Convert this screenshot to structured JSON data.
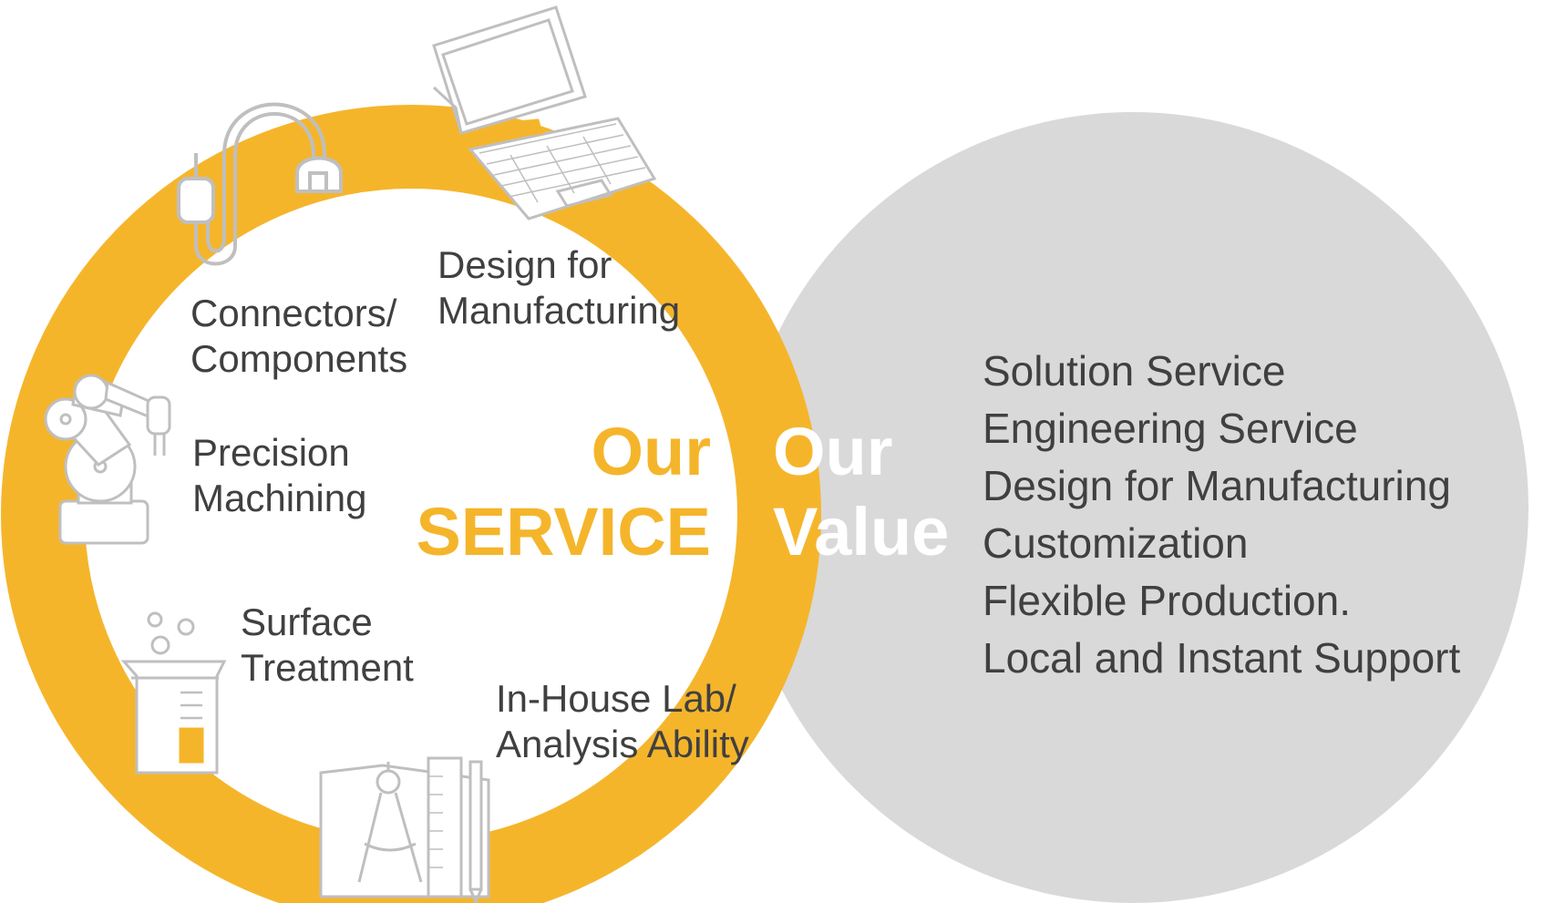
{
  "colors": {
    "ring": "#f5b52b",
    "value_circle": "#d9d9d9",
    "text": "#404040",
    "icon_stroke": "#bfbfbf"
  },
  "service": {
    "title_line1": "Our",
    "title_line2": "SERVICE",
    "items": [
      {
        "line1": "Design for",
        "line2": "Manufacturing",
        "icon": "laptop-icon"
      },
      {
        "line1": "Connectors/",
        "line2": "Components",
        "icon": "plug-cable-icon"
      },
      {
        "line1": "Precision",
        "line2": "Machining",
        "icon": "robot-arm-icon"
      },
      {
        "line1": "Surface",
        "line2": "Treatment",
        "icon": "beaker-icon"
      },
      {
        "line1": "In-House Lab/",
        "line2": "Analysis Ability",
        "icon": "drafting-tools-icon"
      }
    ]
  },
  "value": {
    "title_line1": "Our",
    "title_line2": "Value",
    "items": [
      "Solution Service",
      "Engineering Service",
      "Design for Manufacturing",
      "Customization",
      "Flexible Production.",
      "Local and Instant Support"
    ]
  }
}
